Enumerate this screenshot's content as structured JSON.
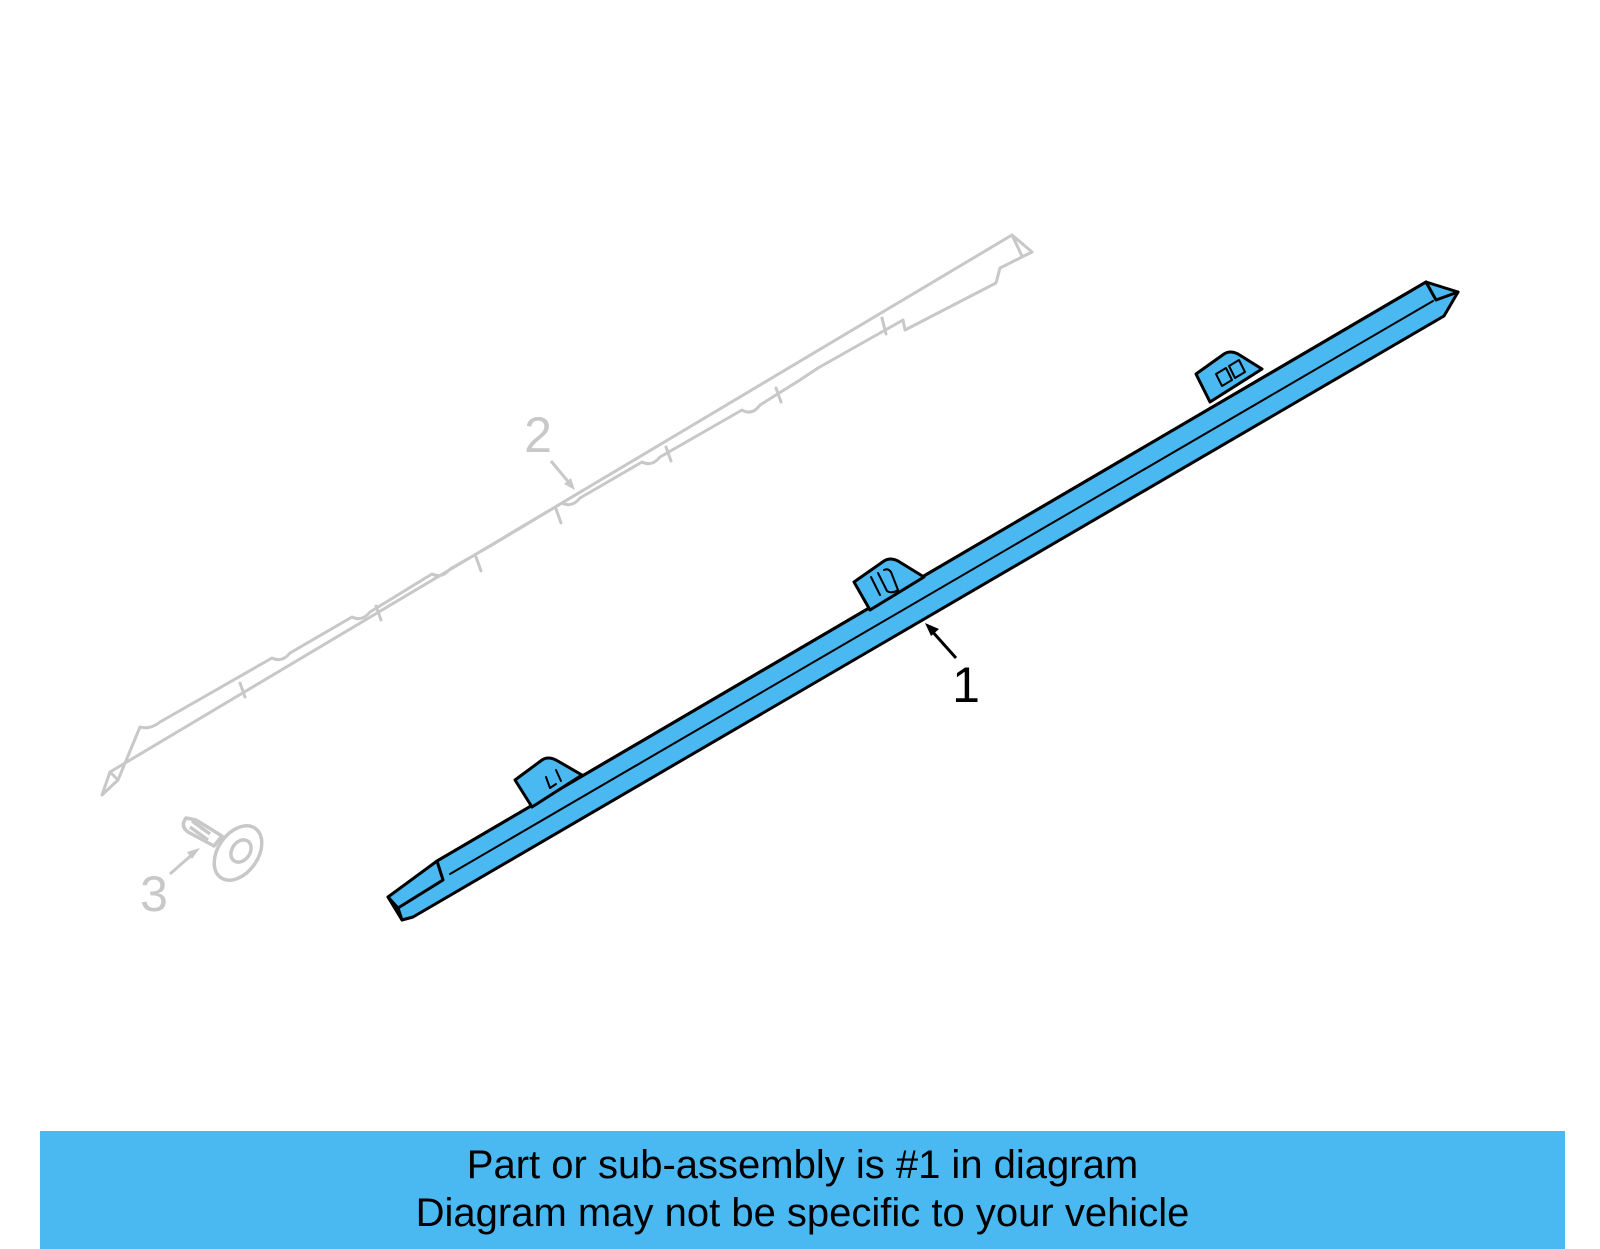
{
  "callouts": [
    {
      "id": "1",
      "label": "1",
      "highlighted": true
    },
    {
      "id": "2",
      "label": "2",
      "highlighted": false
    },
    {
      "id": "3",
      "label": "3",
      "highlighted": false
    }
  ],
  "banner": {
    "line1": "Part or sub-assembly is #1 in diagram",
    "line2": "Diagram may not be specific to your vehicle"
  },
  "colors": {
    "highlight": "#4ab8f1",
    "outline": "#000000",
    "ghost": "#c8c8c8",
    "banner": "#4ab8f1",
    "background": "#ffffff"
  }
}
